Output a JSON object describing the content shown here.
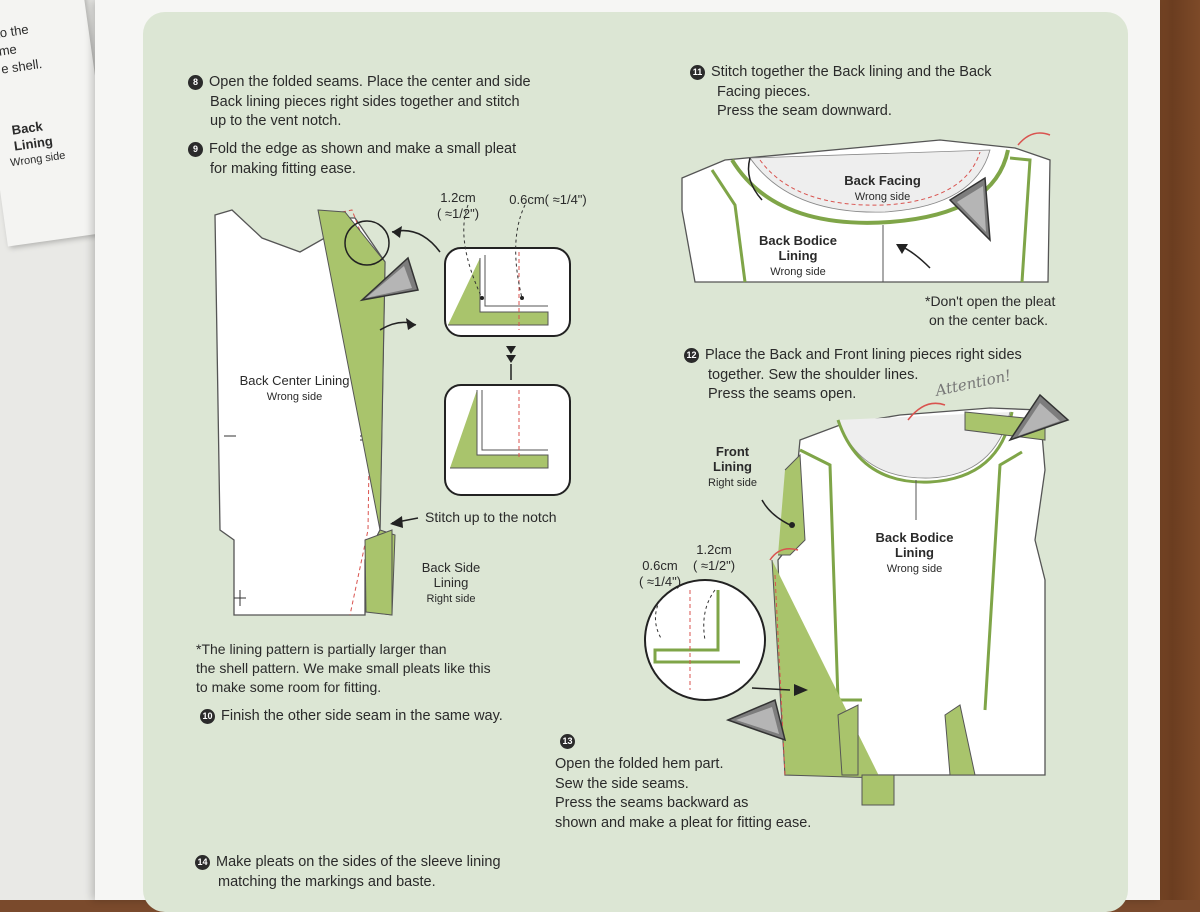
{
  "left_sheet": {
    "fragments": [
      "to the",
      "me",
      "e shell."
    ],
    "label_lines": [
      "Back",
      "Lining"
    ],
    "label_sub": "Wrong side"
  },
  "steps": {
    "s8": {
      "num": "8",
      "lines": [
        "Open the folded seams. Place the center and side",
        "Back lining pieces right sides together and stitch",
        "up to the vent notch."
      ]
    },
    "s9": {
      "num": "9",
      "lines": [
        "Fold the edge as shown and make a small pleat",
        "for making fitting ease."
      ]
    },
    "s10": {
      "num": "10",
      "lines": [
        "Finish the other side seam in the same way."
      ]
    },
    "s11": {
      "num": "11",
      "lines": [
        "Stitch together the Back lining and the Back",
        "Facing pieces.",
        "Press the seam downward."
      ]
    },
    "s12": {
      "num": "12",
      "lines": [
        "Place the Back and Front lining pieces right sides",
        "together. Sew the shoulder lines.",
        "Press the seams open."
      ]
    },
    "s13": {
      "num": "13",
      "lines": [
        "Open the folded hem part.",
        "Sew the side seams.",
        "Press the seams backward as",
        "shown and make a pleat for fitting ease."
      ]
    },
    "s14": {
      "num": "14",
      "lines": [
        "Make pleats on the sides of the sleeve lining",
        "matching the markings and baste."
      ]
    }
  },
  "labels": {
    "back_center": {
      "name": "Back Center Lining",
      "side": "Wrong side"
    },
    "back_side": {
      "name_lines": [
        "Back Side",
        "Lining"
      ],
      "side": "Right side"
    },
    "back_facing": {
      "name": "Back Facing",
      "side": "Wrong side"
    },
    "back_bodice_11": {
      "name_lines": [
        "Back Bodice",
        "Lining"
      ],
      "side": "Wrong side"
    },
    "front_lining": {
      "name_lines": [
        "Front",
        "Lining"
      ],
      "side": "Right side"
    },
    "back_bodice_12": {
      "name_lines": [
        "Back Bodice",
        "Lining"
      ],
      "side": "Wrong side"
    }
  },
  "measurements": {
    "m1": {
      "value": "1.2cm",
      "approx": "( ≈1/2\")"
    },
    "m2": {
      "value": "0.6cm( ≈1/4\")"
    },
    "m3": {
      "value": "1.2cm",
      "approx": "( ≈1/2\")"
    },
    "m4": {
      "value": "0.6cm",
      "approx": "( ≈1/4\")"
    }
  },
  "notes": {
    "stitch_notch": "Stitch up to the notch",
    "pleat_note": [
      "*The lining pattern is partially larger than",
      "the shell pattern. We make small pleats like this",
      "to make some room for fitting."
    ],
    "dont_open": [
      "*Don't open the pleat",
      "on the center back."
    ],
    "handwritten": "Attention!"
  },
  "colors": {
    "panel": "#dce6d4",
    "lining_green": "#a9c46c",
    "stitch_red": "#d9534f",
    "iron_gray": "#8a8a8a"
  }
}
